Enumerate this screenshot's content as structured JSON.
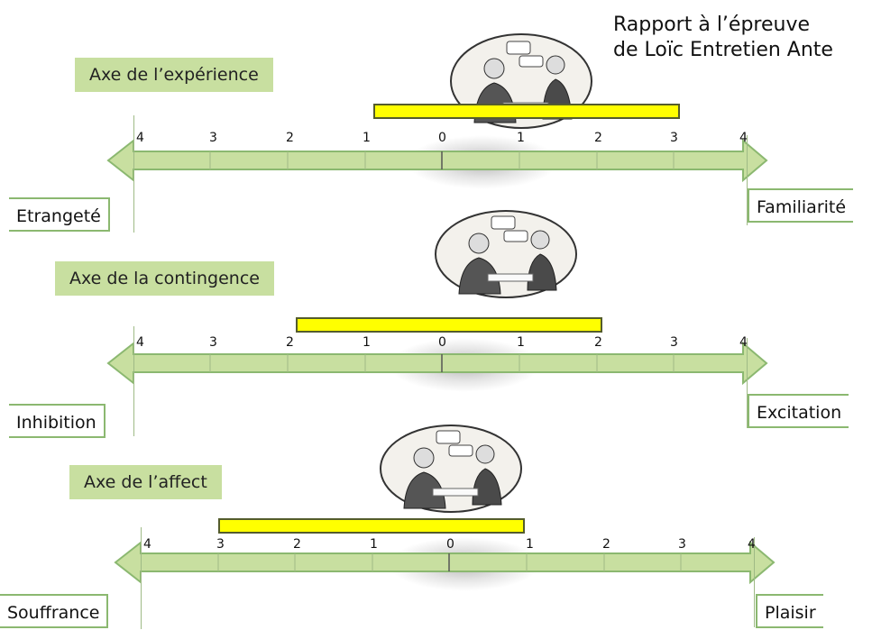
{
  "title": {
    "line1": "Rapport à l’épreuve",
    "line2": "de Loïc Entretien Ante"
  },
  "axes": [
    {
      "label": "Axe de l’expérience",
      "left_end": "Etrangeté",
      "right_end": "Familiarité",
      "ticks": [
        "4",
        "3",
        "2",
        "1",
        "0",
        "1",
        "2",
        "3",
        "4"
      ],
      "range": {
        "from": "1",
        "to": "3",
        "from_side": "left",
        "to_side": "right"
      }
    },
    {
      "label": "Axe de la contingence",
      "left_end": "Inhibition",
      "right_end": "Excitation",
      "ticks": [
        "4",
        "3",
        "2",
        "1",
        "0",
        "1",
        "2",
        "3",
        "4"
      ],
      "range": {
        "from": "2",
        "to": "2",
        "from_side": "left",
        "to_side": "right"
      }
    },
    {
      "label": "Axe de l’affect",
      "left_end": "Souffrance",
      "right_end": "Plaisir",
      "ticks": [
        "4",
        "3",
        "2",
        "1",
        "0",
        "1",
        "2",
        "3",
        "4"
      ],
      "range": {
        "from": "3",
        "to": "1",
        "from_side": "left",
        "to_side": "right"
      }
    }
  ],
  "colors": {
    "axis_fill": "#c8dfa0",
    "axis_stroke": "#8bb870",
    "range_fill": "#ffff00",
    "range_stroke": "#545c2c"
  }
}
